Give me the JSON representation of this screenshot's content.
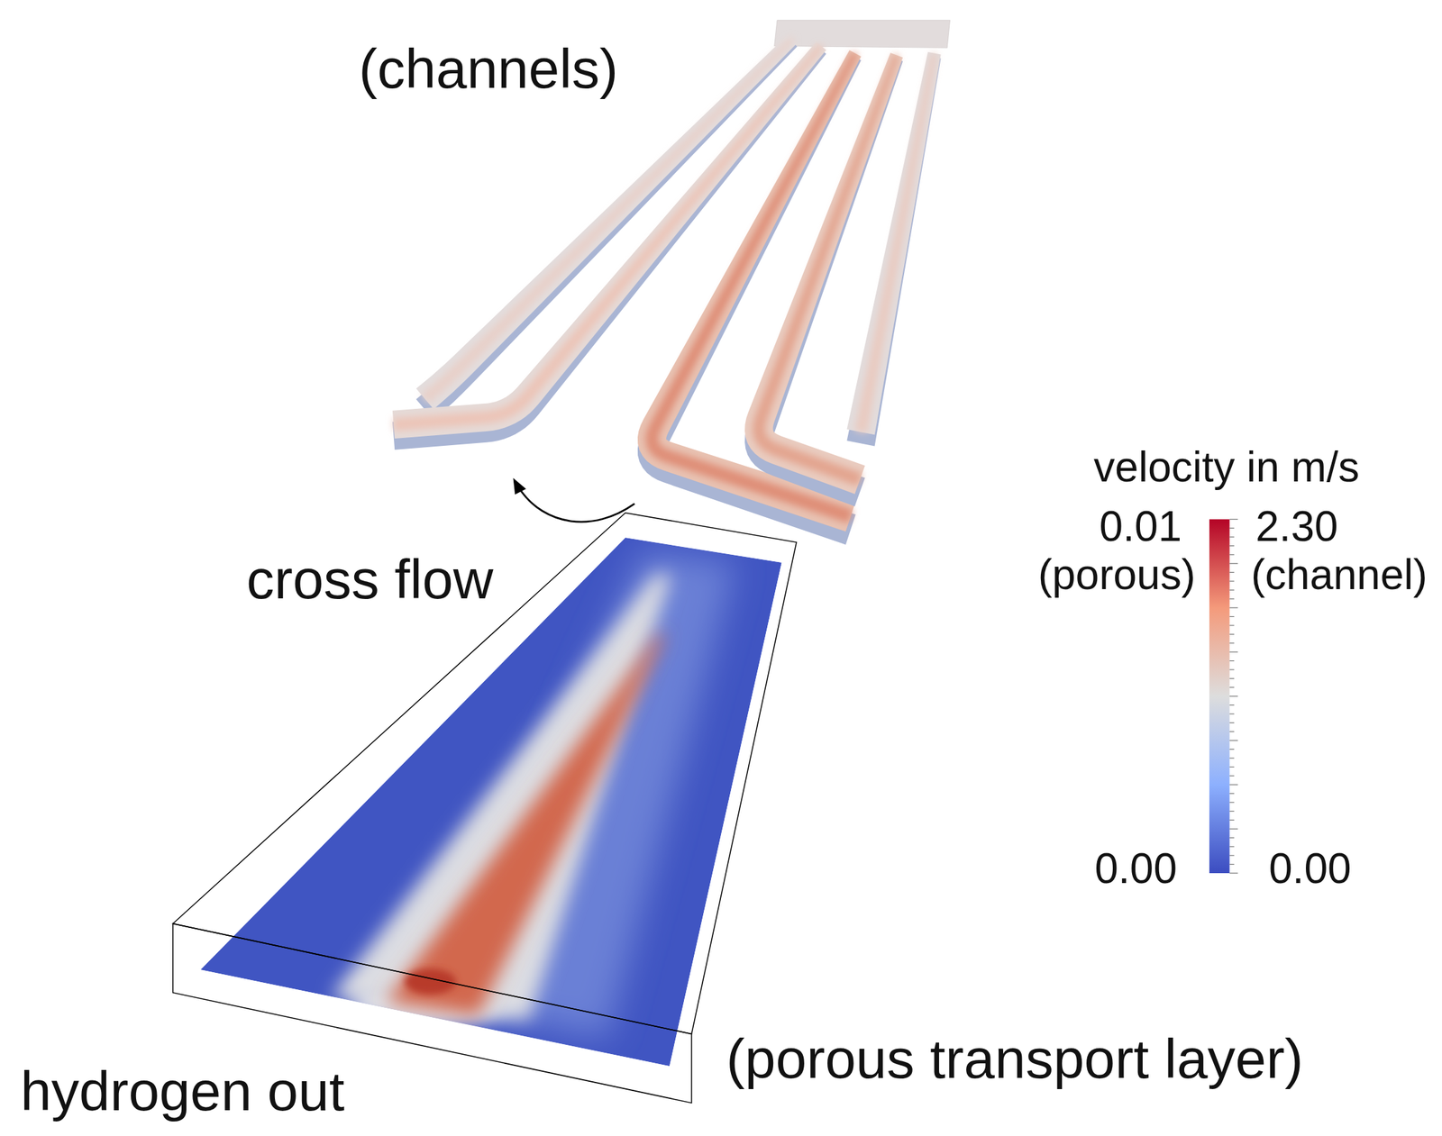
{
  "diagram": {
    "labels": [
      "(channels)",
      "cross flow",
      "hydrogen out",
      "(porous transport layer)",
      "velocity in m/s",
      "0.01",
      "(porous)",
      "2.30",
      "(channel)",
      "0.00",
      "0.00"
    ]
  }
}
